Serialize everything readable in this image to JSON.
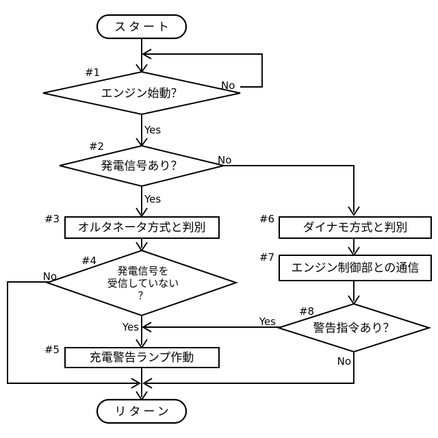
{
  "diagram": {
    "title": "charging system type determination flowchart",
    "language": "ja",
    "background_color": "#ffffff",
    "line_color": "#000000",
    "nodes": {
      "start": {
        "label": "スタート",
        "type": "terminal"
      },
      "return": {
        "label": "リターン",
        "type": "terminal"
      },
      "n1": {
        "tag": "#1",
        "label": "エンジン始動？",
        "type": "decision",
        "yes_label": "Yes",
        "no_label": "No"
      },
      "n2": {
        "tag": "#2",
        "label": "発電信号あり？",
        "type": "decision",
        "yes_label": "Yes",
        "no_label": "No"
      },
      "n3": {
        "tag": "#3",
        "label": "オルタネータ方式と判別",
        "type": "process"
      },
      "n4": {
        "tag": "#4",
        "label_line1": "発電信号を",
        "label_line2": "受信していない",
        "label_line3": "？",
        "type": "decision",
        "yes_label": "Yes",
        "no_label": "No"
      },
      "n5": {
        "tag": "#5",
        "label": "充電警告ランプ作動",
        "type": "process"
      },
      "n6": {
        "tag": "#6",
        "label": "ダイナモ方式と判別",
        "type": "process"
      },
      "n7": {
        "tag": "#7",
        "label": "エンジン制御部との通信",
        "type": "process"
      },
      "n8": {
        "tag": "#8",
        "label": "警告指令あり？",
        "type": "decision",
        "yes_label": "Yes",
        "no_label": "No"
      }
    }
  }
}
